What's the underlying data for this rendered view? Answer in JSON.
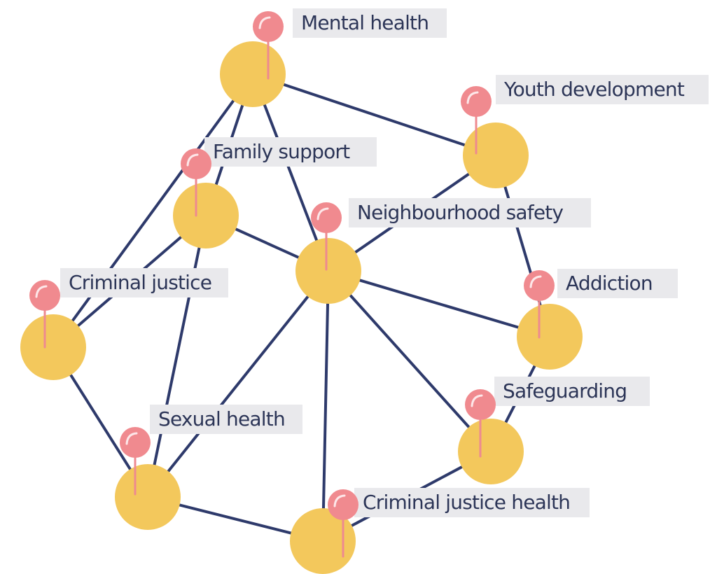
{
  "colors": {
    "edge": "#2e3a6b",
    "node_fill": "#f3c85c",
    "pin_head": "#f08a8f",
    "pin_highlight": "#fde7e9",
    "pin_needle": "#ee8a90",
    "label_bg": "#e9e9ec",
    "label_text": "#2c3557"
  },
  "nodes": [
    {
      "id": "mental-health",
      "label": "Mental health",
      "pin_icon": "map-pin-icon"
    },
    {
      "id": "youth-development",
      "label": "Youth development",
      "pin_icon": "map-pin-icon"
    },
    {
      "id": "family-support",
      "label": "Family support",
      "pin_icon": "map-pin-icon"
    },
    {
      "id": "neighbourhood-safety",
      "label": "Neighbourhood safety",
      "pin_icon": "map-pin-icon"
    },
    {
      "id": "criminal-justice",
      "label": "Criminal justice",
      "pin_icon": "map-pin-icon"
    },
    {
      "id": "addiction",
      "label": "Addiction",
      "pin_icon": "map-pin-icon"
    },
    {
      "id": "safeguarding",
      "label": "Safeguarding",
      "pin_icon": "map-pin-icon"
    },
    {
      "id": "sexual-health",
      "label": "Sexual health",
      "pin_icon": "map-pin-icon"
    },
    {
      "id": "criminal-justice-health",
      "label": "Criminal justice health",
      "pin_icon": "map-pin-icon"
    }
  ],
  "edges": [
    [
      "mental-health",
      "youth-development"
    ],
    [
      "mental-health",
      "family-support"
    ],
    [
      "mental-health",
      "neighbourhood-safety"
    ],
    [
      "mental-health",
      "criminal-justice"
    ],
    [
      "youth-development",
      "neighbourhood-safety"
    ],
    [
      "youth-development",
      "addiction"
    ],
    [
      "family-support",
      "neighbourhood-safety"
    ],
    [
      "family-support",
      "criminal-justice"
    ],
    [
      "family-support",
      "sexual-health"
    ],
    [
      "neighbourhood-safety",
      "addiction"
    ],
    [
      "neighbourhood-safety",
      "safeguarding"
    ],
    [
      "neighbourhood-safety",
      "sexual-health"
    ],
    [
      "neighbourhood-safety",
      "criminal-justice-health"
    ],
    [
      "addiction",
      "safeguarding"
    ],
    [
      "safeguarding",
      "criminal-justice-health"
    ],
    [
      "criminal-justice",
      "sexual-health"
    ],
    [
      "sexual-health",
      "criminal-justice-health"
    ]
  ]
}
